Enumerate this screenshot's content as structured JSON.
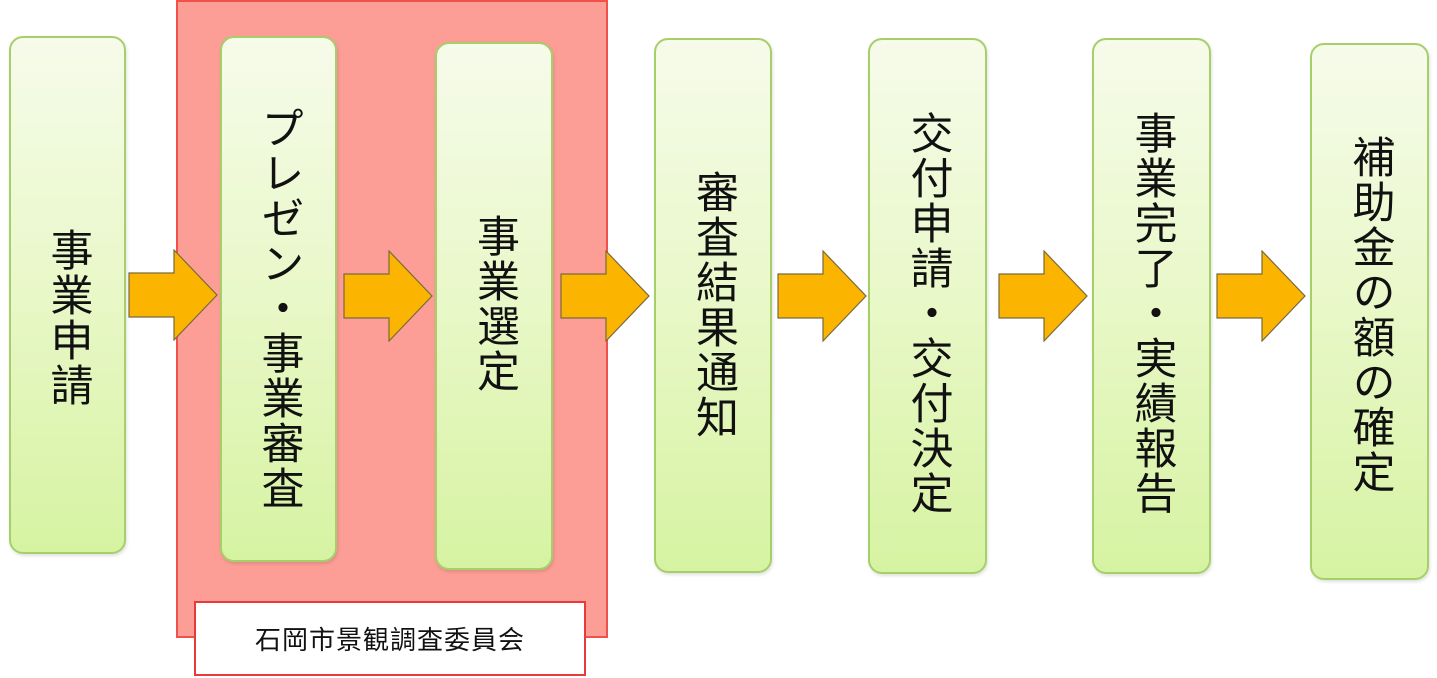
{
  "steps": [
    {
      "id": "application",
      "label": "事業申請"
    },
    {
      "id": "presentation-review",
      "label": "プレゼン・事業審査"
    },
    {
      "id": "selection",
      "label": "事業選定"
    },
    {
      "id": "result-notice",
      "label": "審査結果通知"
    },
    {
      "id": "grant-decision",
      "label": "交付申請・交付決定"
    },
    {
      "id": "completion-report",
      "label": "事業完了・実績報告"
    },
    {
      "id": "grant-confirmation",
      "label": "補助金の額の確定"
    }
  ],
  "committee": {
    "label": "石岡市景観調査委員会"
  },
  "colors": {
    "box_border": "#a6cf6a",
    "box_fill_top": "#f6fbea",
    "box_fill_bottom": "#d6f3a2",
    "arrow_fill": "#fbb400",
    "arrow_stroke": "#7a6a3a",
    "committee_fill": "#fc9e96",
    "committee_border": "#f0514a",
    "committee_label_border": "#e83a3a"
  }
}
